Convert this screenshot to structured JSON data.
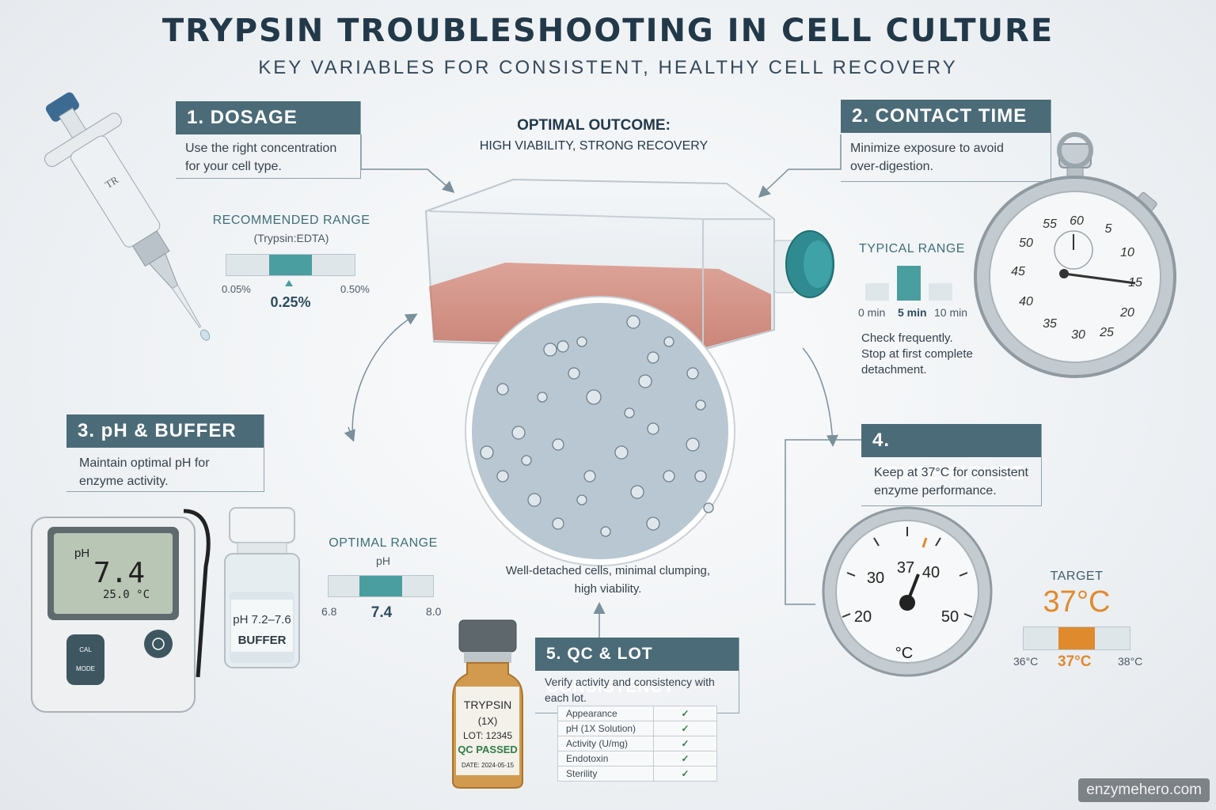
{
  "header": {
    "title": "TRYPSIN TROUBLESHOOTING IN CELL CULTURE",
    "subtitle": "KEY VARIABLES FOR CONSISTENT, HEALTHY CELL RECOVERY"
  },
  "optimal": {
    "title": "OPTIMAL OUTCOME:",
    "subtitle": "HIGH VIABILITY, STRONG RECOVERY"
  },
  "microscope_caption": {
    "line1": "Well-detached cells, minimal clumping,",
    "line2": "high viability."
  },
  "dosage": {
    "title": "1. DOSAGE",
    "desc1": "Use the right concentration",
    "desc2": "for your cell type.",
    "range_label": "RECOMMENDED RANGE",
    "range_sub": "(Trypsin:EDTA)",
    "min": "0.05%",
    "max": "0.50%",
    "value": "0.25%",
    "pipette_label": "TR"
  },
  "contact": {
    "title": "2. CONTACT TIME",
    "desc1": "Minimize exposure to avoid",
    "desc2": "over-digestion.",
    "range_label": "TYPICAL RANGE",
    "ticks": [
      "0 min",
      "5 min",
      "10 min"
    ],
    "note1": "Check frequently.",
    "note2": "Stop at first complete",
    "note3": "detachment.",
    "dial": [
      "60",
      "5",
      "10",
      "15",
      "20",
      "25",
      "30",
      "35",
      "40",
      "45",
      "50",
      "55"
    ]
  },
  "ph": {
    "title": "3. pH & BUFFER",
    "desc1": "Maintain optimal pH for",
    "desc2": "enzyme activity.",
    "range_label": "OPTIMAL RANGE",
    "range_sub": "pH",
    "min": "6.8",
    "max": "8.0",
    "value": "7.4",
    "meter_ph": "pH",
    "meter_reading": "7.4",
    "meter_temp": "25.0 °C",
    "btn_cal": "CAL",
    "btn_mode": "MODE",
    "bottle1": "pH 7.2–7.6",
    "bottle2": "BUFFER"
  },
  "temperature": {
    "title": "4. TEMPERATURE",
    "desc1": "Keep at 37°C for consistent",
    "desc2": "enzyme performance.",
    "target_label": "TARGET",
    "target": "37°C",
    "min": "36°C",
    "mid": "37°C",
    "max": "38°C",
    "gauge": [
      "20",
      "30",
      "37",
      "40",
      "50"
    ],
    "unit": "°C"
  },
  "qc": {
    "title": "5. QC & LOT CONSISTENCY",
    "desc1": "Verify activity and consistency with",
    "desc2": "each lot.",
    "rows": [
      {
        "label": "Appearance",
        "check": "✓"
      },
      {
        "label": "pH (1X Solution)",
        "check": "✓"
      },
      {
        "label": "Activity (U/mg)",
        "check": "✓"
      },
      {
        "label": "Endotoxin",
        "check": "✓"
      },
      {
        "label": "Sterility",
        "check": "✓"
      }
    ],
    "vial": {
      "name": "TRYPSIN",
      "conc": "(1X)",
      "lot": "LOT: 12345",
      "status": "QC PASSED",
      "date": "DATE: 2024-05-15"
    }
  },
  "watermark": "enzymehero.com",
  "colors": {
    "teal": "#4a9ea0",
    "header": "#4b6b78",
    "orange": "#e08a2e"
  }
}
